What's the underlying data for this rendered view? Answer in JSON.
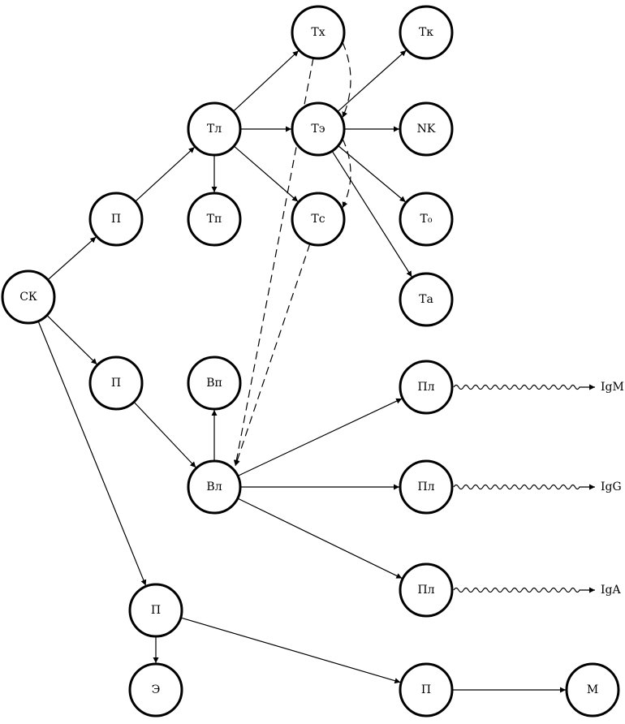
{
  "nodes": [
    {
      "id": "ck",
      "label": "СК"
    },
    {
      "id": "p1",
      "label": "П"
    },
    {
      "id": "p2",
      "label": "П"
    },
    {
      "id": "p3",
      "label": "П"
    },
    {
      "id": "tl",
      "label": "Тл"
    },
    {
      "id": "tp",
      "label": "Тп"
    },
    {
      "id": "tx",
      "label": "Тх"
    },
    {
      "id": "te",
      "label": "Тэ"
    },
    {
      "id": "tc",
      "label": "Тс"
    },
    {
      "id": "tk",
      "label": "Тк"
    },
    {
      "id": "nk",
      "label": "NK"
    },
    {
      "id": "t0",
      "label": "Т₀"
    },
    {
      "id": "ta",
      "label": "Та"
    },
    {
      "id": "bp",
      "label": "Вп"
    },
    {
      "id": "bl",
      "label": "Вл"
    },
    {
      "id": "pl1",
      "label": "Пл"
    },
    {
      "id": "pl2",
      "label": "Пл"
    },
    {
      "id": "pl3",
      "label": "Пл"
    },
    {
      "id": "e",
      "label": "Э"
    },
    {
      "id": "p4",
      "label": "П"
    },
    {
      "id": "m",
      "label": "М"
    }
  ],
  "outputs": [
    {
      "id": "igm",
      "label": "IgM"
    },
    {
      "id": "igg",
      "label": "IgG"
    },
    {
      "id": "iga",
      "label": "IgA"
    }
  ],
  "edges": [
    {
      "from": "ck",
      "to": "p1",
      "style": "solid"
    },
    {
      "from": "ck",
      "to": "p2",
      "style": "solid"
    },
    {
      "from": "ck",
      "to": "p3",
      "style": "solid"
    },
    {
      "from": "p1",
      "to": "tl",
      "style": "solid"
    },
    {
      "from": "tl",
      "to": "tx",
      "style": "solid"
    },
    {
      "from": "tl",
      "to": "te",
      "style": "solid"
    },
    {
      "from": "tl",
      "to": "tp",
      "style": "solid"
    },
    {
      "from": "tl",
      "to": "tc",
      "style": "solid"
    },
    {
      "from": "te",
      "to": "tk",
      "style": "solid"
    },
    {
      "from": "te",
      "to": "nk",
      "style": "solid"
    },
    {
      "from": "te",
      "to": "t0",
      "style": "solid"
    },
    {
      "from": "te",
      "to": "ta",
      "style": "solid"
    },
    {
      "from": "tx",
      "to": "te",
      "style": "dashed-curve"
    },
    {
      "from": "te",
      "to": "tc",
      "style": "dashed-curve"
    },
    {
      "from": "tx",
      "to": "bl",
      "style": "dashed"
    },
    {
      "from": "tc",
      "to": "bl",
      "style": "dashed"
    },
    {
      "from": "p2",
      "to": "bl",
      "style": "solid"
    },
    {
      "from": "bl",
      "to": "bp",
      "style": "solid"
    },
    {
      "from": "bl",
      "to": "pl1",
      "style": "solid"
    },
    {
      "from": "bl",
      "to": "pl2",
      "style": "solid"
    },
    {
      "from": "bl",
      "to": "pl3",
      "style": "solid"
    },
    {
      "from": "p3",
      "to": "e",
      "style": "solid"
    },
    {
      "from": "p3",
      "to": "p4",
      "style": "solid"
    },
    {
      "from": "p4",
      "to": "m",
      "style": "solid"
    },
    {
      "from": "pl1",
      "to": "igm",
      "style": "wavy"
    },
    {
      "from": "pl2",
      "to": "igg",
      "style": "wavy"
    },
    {
      "from": "pl3",
      "to": "iga",
      "style": "wavy"
    }
  ]
}
